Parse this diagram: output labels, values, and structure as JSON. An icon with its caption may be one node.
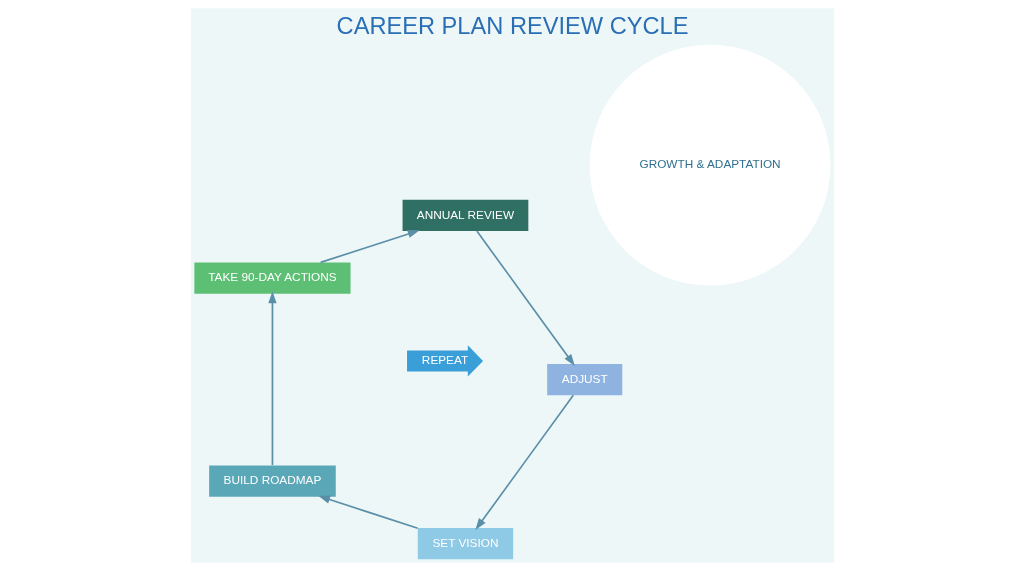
{
  "diagram": {
    "title": "CAREER PLAN REVIEW CYCLE",
    "nodes": [
      {
        "text": [
          "SET VISION"
        ]
      },
      {
        "text": [
          "BUILD ROADMAP"
        ]
      },
      {
        "text": [
          "TAKE 90-DAY ACTIONS"
        ]
      },
      {
        "text": [
          "ANNUAL REVIEW"
        ]
      },
      {
        "text": [
          "ADJUST"
        ]
      },
      {
        "text": [
          "GROWTH & ADAPTATION"
        ]
      },
      {
        "text": [
          "REPEAT"
        ]
      }
    ],
    "edges": [
      {
        "from": 0,
        "to": 1,
        "arrow": "to"
      },
      {
        "from": 1,
        "to": 2,
        "arrow": "to"
      },
      {
        "from": 2,
        "to": 3,
        "arrow": "to"
      },
      {
        "from": 3,
        "to": 4,
        "arrow": "to"
      },
      {
        "from": 4,
        "to": 0,
        "arrow": "to"
      }
    ]
  }
}
